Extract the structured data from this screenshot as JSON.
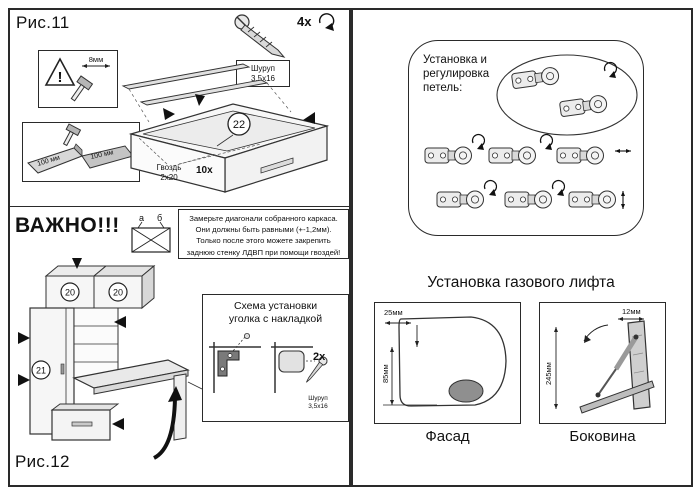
{
  "fig11": {
    "label": "Рис.11",
    "warn_mark": "!",
    "warn_dim": "8мм",
    "corner_dim_left": "100 мм",
    "corner_dim_right": "100 мм",
    "screw_count": "4х",
    "screw_name": "Шуруп",
    "screw_size": "3,5х16",
    "part_number": "22",
    "nail_name": "Гвоздь",
    "nail_size": "2х20",
    "nail_count": "10х"
  },
  "important": {
    "title": "ВАЖНО!!!",
    "diag_a": "а",
    "diag_b": "б",
    "note_lines": [
      "Замерьте диагонали собранного каркаса.",
      "Они должны быть равными (+-1,2мм).",
      "Только после этого можете закрепить",
      "заднюю стенку ЛДВП при помощи гвоздей!"
    ]
  },
  "fig12": {
    "label": "Рис.12",
    "part_top_left": "20",
    "part_top_right": "20",
    "part_side": "21",
    "inset_title_1": "Схема  установки",
    "inset_title_2": "уголка с накладкой",
    "inset_screw_count": "2х",
    "inset_screw_name": "Шуруп",
    "inset_screw_size": "3,5х16"
  },
  "hinges": {
    "title_1": "Установка и",
    "title_2": "регулировка",
    "title_3": "петель:"
  },
  "gaslift": {
    "title": "Установка газового лифта",
    "facade": {
      "label": "Фасад",
      "dim_top": "25мм",
      "dim_left": "85мм"
    },
    "side": {
      "label": "Боковина",
      "dim_top": "12мм",
      "dim_left": "245мм"
    }
  }
}
